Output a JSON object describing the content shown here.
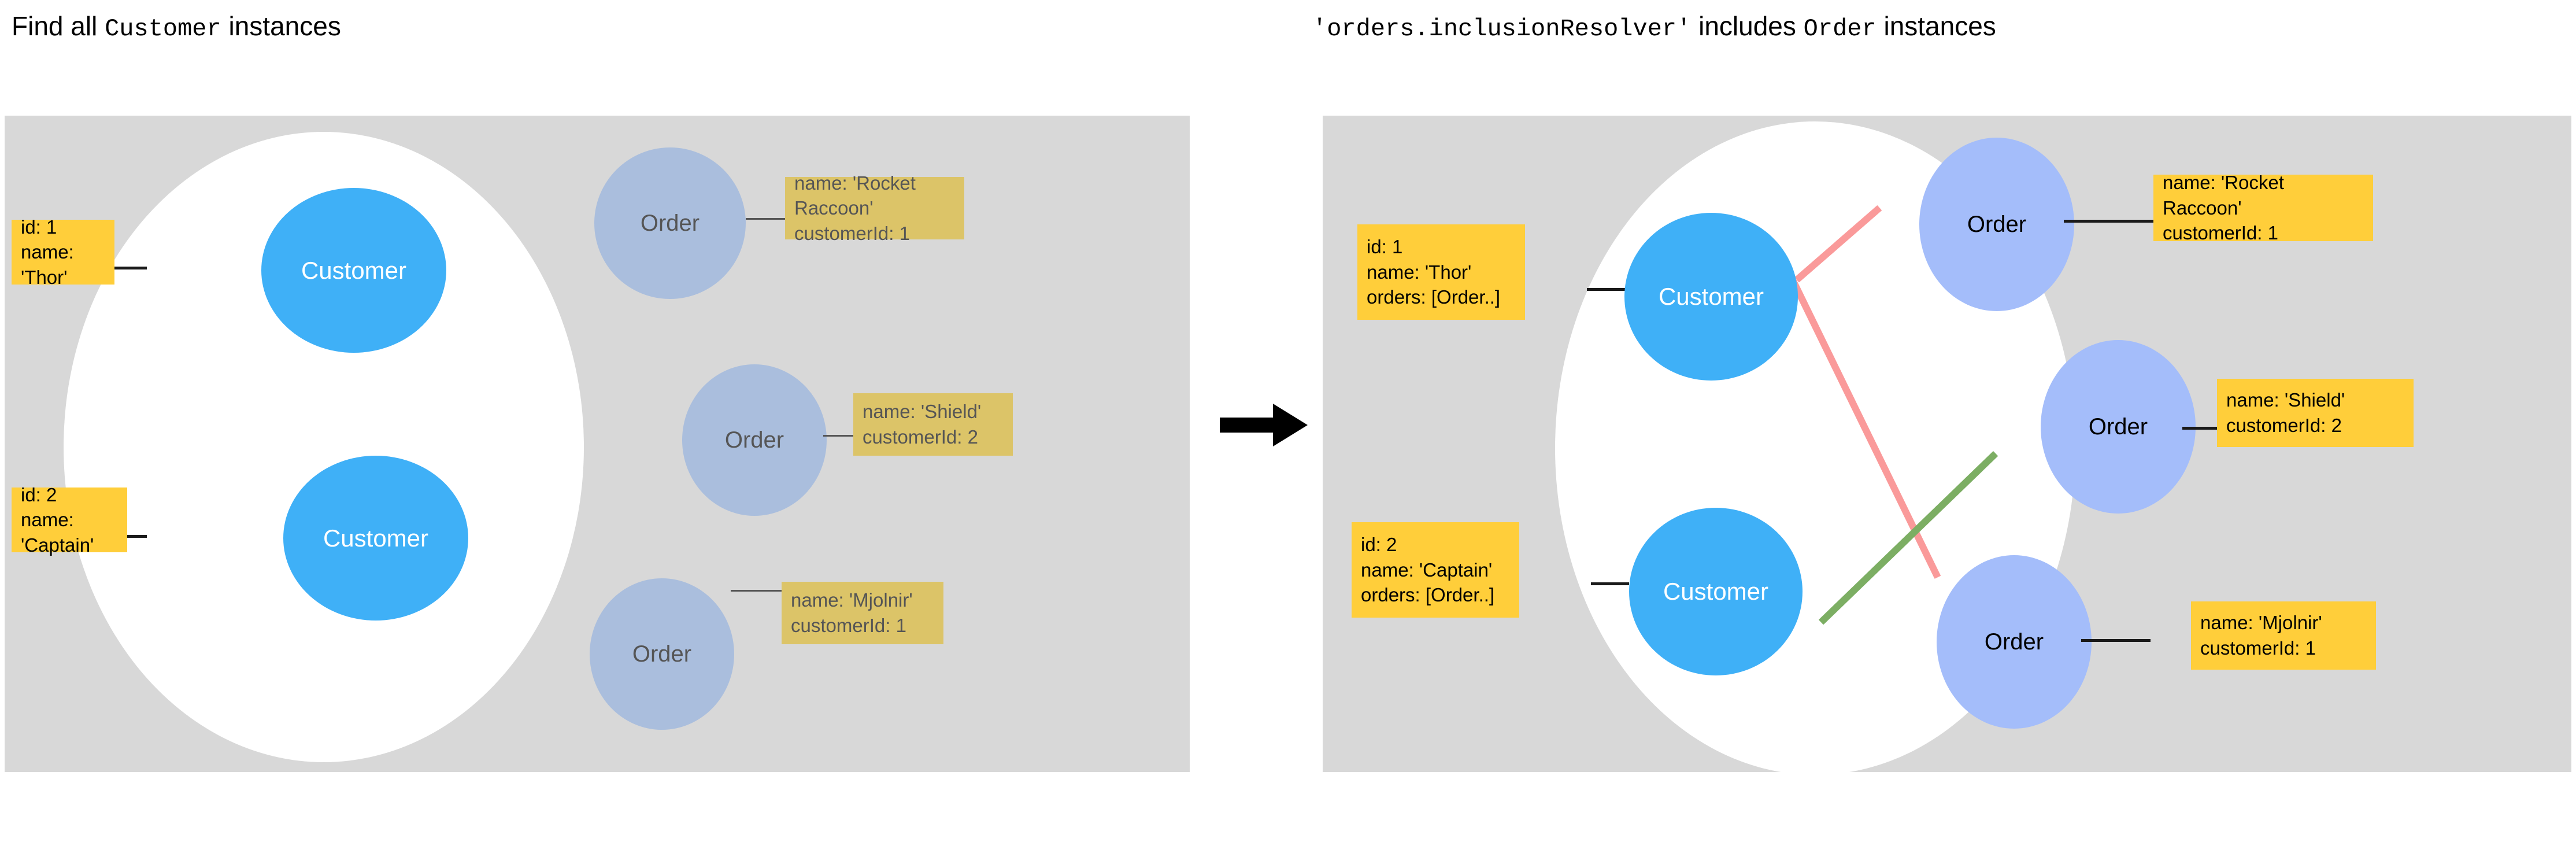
{
  "left_panel": {
    "title": {
      "pre": "Find all ",
      "mono": "Customer",
      "post": " instances"
    },
    "customers": [
      {
        "label": "Customer",
        "line1": "id: 1",
        "line2": "name: 'Thor'"
      },
      {
        "label": "Customer",
        "line1": "id: 2",
        "line2": "name: 'Captain'"
      }
    ],
    "orders": [
      {
        "label": "Order",
        "line1": "name:  'Rocket Raccoon'",
        "line2": "customerId: 1"
      },
      {
        "label": "Order",
        "line1": "name:  'Shield'",
        "line2": "customerId: 2"
      },
      {
        "label": "Order",
        "line1": "name:  'Mjolnir'",
        "line2": "customerId: 1"
      }
    ]
  },
  "transition": {
    "icon": "right-arrow-icon"
  },
  "right_panel": {
    "title": {
      "mono1": "'orders.inclusionResolver'",
      "mid": " includes ",
      "mono2": "Order",
      "post": " instances"
    },
    "customers": [
      {
        "label": "Customer",
        "line1": "id: 1",
        "line2": "name: 'Thor'",
        "line3": "orders: [Order..]"
      },
      {
        "label": "Customer",
        "line1": "id: 2",
        "line2": " name: 'Captain'",
        "line3": "orders: [Order..]"
      }
    ],
    "orders": [
      {
        "label": "Order",
        "line1": "name:  'Rocket Raccoon'",
        "line2": "customerId: 1"
      },
      {
        "label": "Order",
        "line1": "name:  'Shield'",
        "line2": "customerId: 2"
      },
      {
        "label": "Order",
        "line1": "name:  'Mjolnir'",
        "line2": "customerId: 1"
      }
    ],
    "relations": [
      {
        "from": "Customer 1",
        "to": "Order 1",
        "color": "#fa9a9a"
      },
      {
        "from": "Customer 1",
        "to": "Order 3",
        "color": "#fa9a9a"
      },
      {
        "from": "Customer 2",
        "to": "Order 2",
        "color": "#7cae63"
      }
    ]
  },
  "colors": {
    "panel_background": "#d8d8d8",
    "blob": "#ffffff",
    "customer_node": "#3fb0f7",
    "order_node_muted": "#aabedd",
    "order_node_bright": "#a4bdfa",
    "box_yellow": "#ffce3a",
    "box_khaki": "#dcc468",
    "edge_pink": "#fa9a9a",
    "edge_green": "#7cae63"
  }
}
